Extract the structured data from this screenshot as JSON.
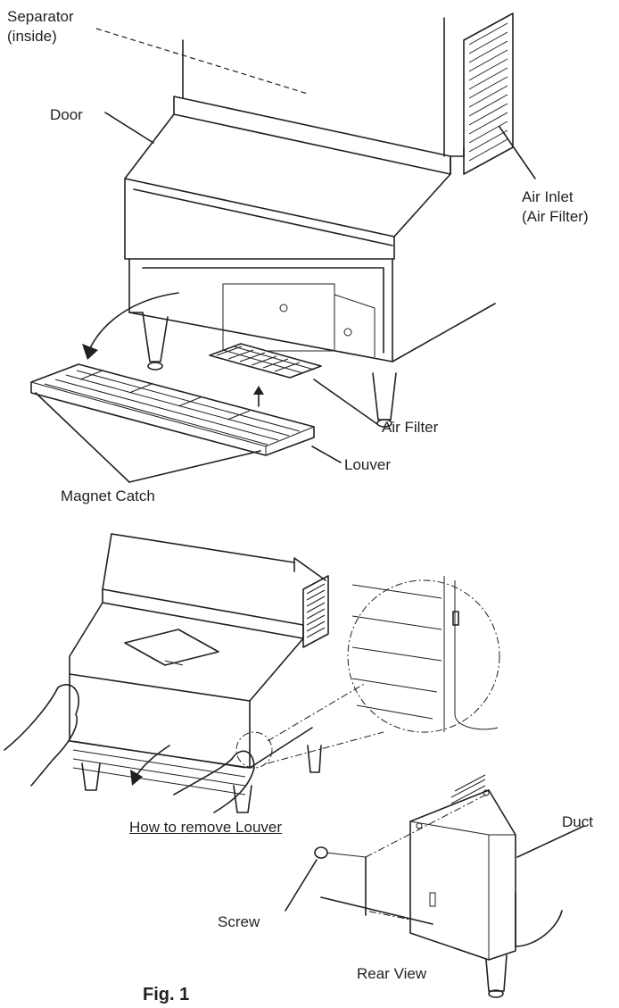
{
  "labels": {
    "separator": "Separator",
    "separator_sub": "(inside)",
    "door": "Door",
    "air_inlet": "Air Inlet",
    "air_inlet_sub": "(Air Filter)",
    "air_filter": "Air Filter",
    "louver": "Louver",
    "magnet_catch": "Magnet Catch",
    "how_to_remove": "How to remove Louver",
    "duct": "Duct",
    "screw": "Screw",
    "rear_view": "Rear View",
    "fig": "Fig. 1"
  }
}
